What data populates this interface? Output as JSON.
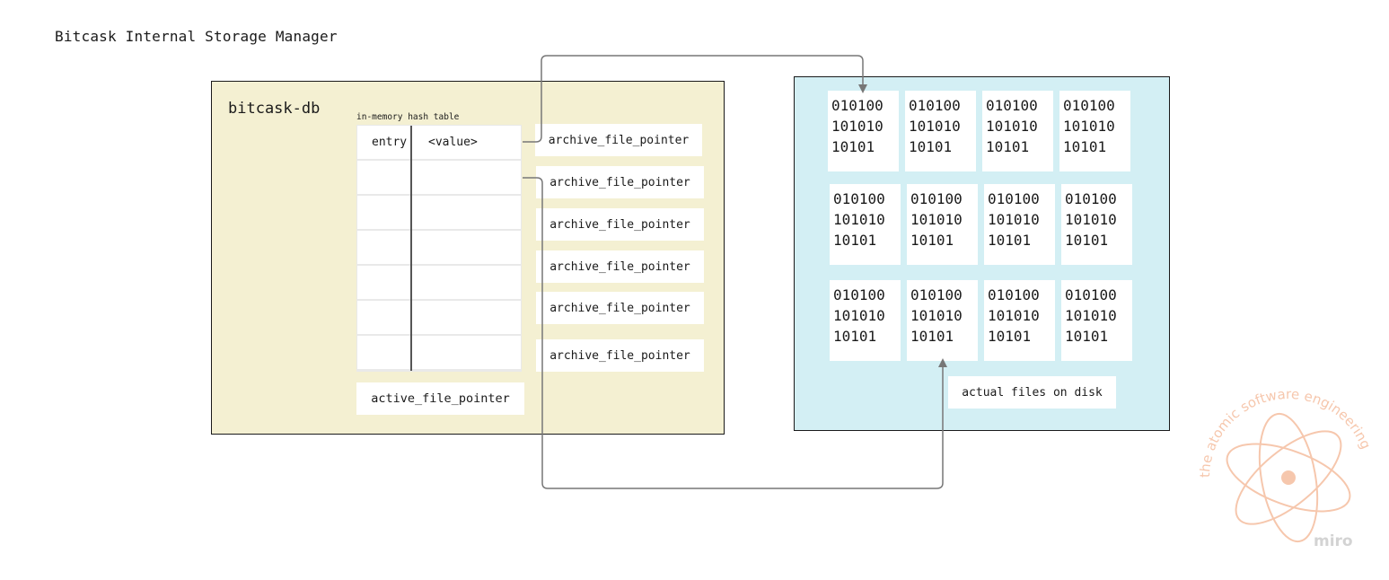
{
  "title": "Bitcask Internal Storage Manager",
  "db": {
    "label": "bitcask-db",
    "hash_table_label": "in-memory hash table",
    "header_entry": "entry",
    "header_value": "<value>",
    "archive_pointers": [
      "archive_file_pointer",
      "archive_file_pointer",
      "archive_file_pointer",
      "archive_file_pointer",
      "archive_file_pointer",
      "archive_file_pointer"
    ],
    "active_pointer": "active_file_pointer"
  },
  "disk": {
    "label": "actual files on disk",
    "files": [
      "010100\n101010\n10101",
      "010100\n101010\n10101",
      "010100\n101010\n10101",
      "010100\n101010\n10101",
      "010100\n101010\n10101",
      "010100\n101010\n10101",
      "010100\n101010\n10101",
      "010100\n101010\n10101",
      "010100\n101010\n10101",
      "010100\n101010\n10101",
      "010100\n101010\n10101",
      "010100\n101010\n10101"
    ]
  },
  "watermark": {
    "ring_text": "the atomic software engineering",
    "brand": "miro",
    "color": "#f6c7ad"
  },
  "colors": {
    "db_fill": "#f4f0d2",
    "disk_fill": "#d3eff4",
    "connector": "#777777"
  }
}
